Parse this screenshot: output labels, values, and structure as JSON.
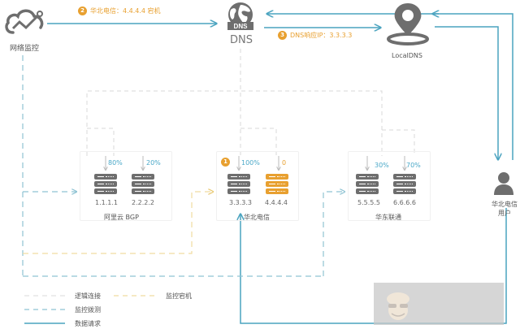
{
  "nodes": {
    "monitor": {
      "label": "网络监控",
      "icon": "cloud-monitor-icon"
    },
    "dns": {
      "label": "DNS",
      "badge_text": "DNS",
      "icon": "globe-dns-icon"
    },
    "localdns": {
      "label": "LocalDNS",
      "icon": "map-pin-icon"
    },
    "user": {
      "label_line1": "华北电信",
      "label_line2": "用户",
      "icon": "user-icon"
    }
  },
  "steps": [
    {
      "number": "2",
      "text": "华北电信：4.4.4.4 宕机"
    },
    {
      "number": "3",
      "text": "DNS响应IP：3.3.3.3"
    },
    {
      "number": "1",
      "text": ""
    }
  ],
  "groups": [
    {
      "name": "阿里云 BGP",
      "servers": [
        {
          "ip": "1.1.1.1",
          "weight": "80%",
          "status": "up"
        },
        {
          "ip": "2.2.2.2",
          "weight": "20%",
          "status": "up"
        }
      ]
    },
    {
      "name": "华北电信",
      "servers": [
        {
          "ip": "3.3.3.3",
          "weight": "100%",
          "status": "up"
        },
        {
          "ip": "4.4.4.4",
          "weight": "0",
          "status": "down"
        }
      ]
    },
    {
      "name": "华东联通",
      "servers": [
        {
          "ip": "5.5.5.5",
          "weight": "30%",
          "status": "up"
        },
        {
          "ip": "6.6.6.6",
          "weight": "70%",
          "status": "up"
        }
      ]
    }
  ],
  "legend": [
    {
      "style": "logic",
      "label": "逻辑连接"
    },
    {
      "style": "down",
      "label": "监控宕机"
    },
    {
      "style": "probe",
      "label": "监控拨测"
    },
    {
      "style": "data",
      "label": "数据请求"
    }
  ],
  "colors": {
    "data_line": "#4aa3bf",
    "probe_line": "#8fc3d3",
    "logic_line": "#d8d8d8",
    "down_line": "#f0dca0",
    "accent_orange": "#e8a030",
    "server_gray": "#6e6e6e",
    "icon_gray": "#6e6e6e"
  }
}
